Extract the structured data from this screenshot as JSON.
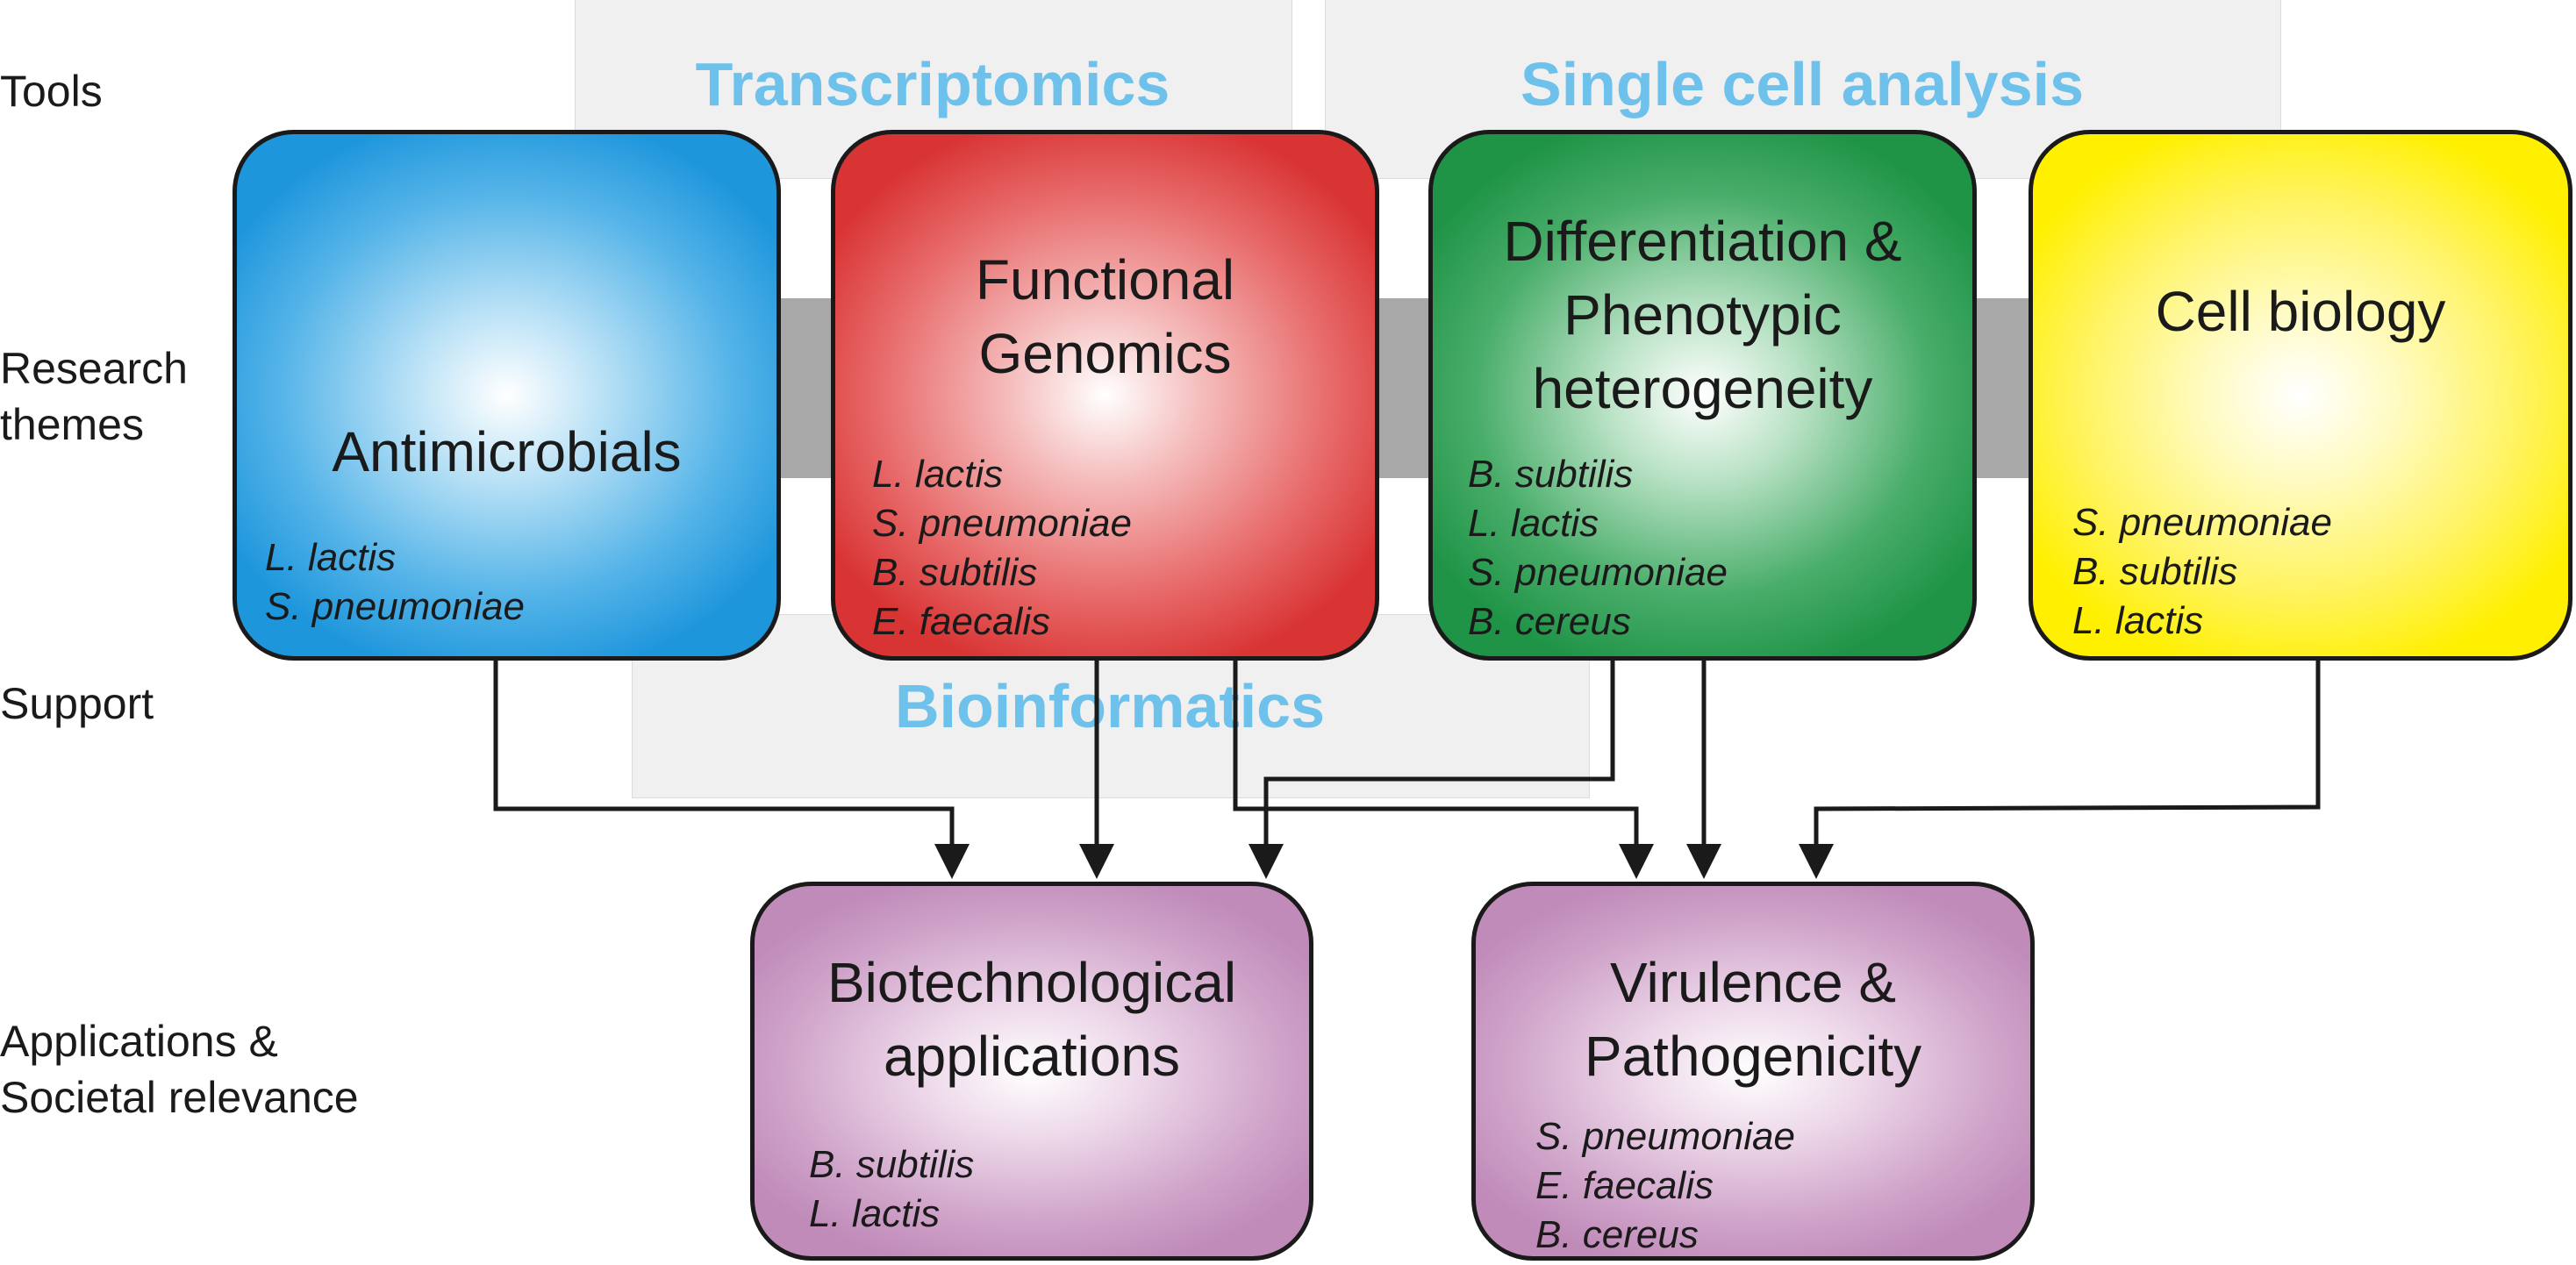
{
  "row_labels": {
    "tools": "Tools",
    "research_line1": "Research",
    "research_line2": "themes",
    "support": "Support",
    "applications_line1": "Applications &",
    "applications_line2": "Societal relevance"
  },
  "tools": {
    "transcriptomics": "Transcriptomics",
    "single_cell": "Single cell analysis",
    "bioinformatics": "Bioinformatics"
  },
  "themes": {
    "antimicrobials": {
      "title_lines": [
        "Antimicrobials"
      ],
      "organisms": [
        "L. lactis",
        "S. pneumoniae"
      ]
    },
    "functional_genomics": {
      "title_lines": [
        "Functional",
        "Genomics"
      ],
      "organisms": [
        "L. lactis",
        "S. pneumoniae",
        "B. subtilis",
        "E. faecalis"
      ]
    },
    "differentiation": {
      "title_lines": [
        "Differentiation &",
        "Phenotypic",
        "heterogeneity"
      ],
      "organisms": [
        "B. subtilis",
        "L. lactis",
        "S. pneumoniae",
        "B. cereus"
      ]
    },
    "cell_biology": {
      "title_lines": [
        "Cell biology"
      ],
      "organisms": [
        "S. pneumoniae",
        "B. subtilis",
        "L. lactis"
      ]
    }
  },
  "applications": {
    "biotech": {
      "title_lines": [
        "Biotechnological",
        "applications"
      ],
      "organisms": [
        "B. subtilis",
        "L. lactis"
      ]
    },
    "virulence": {
      "title_lines": [
        "Virulence &",
        "Pathogenicity"
      ],
      "organisms": [
        "S. pneumoniae",
        "E. faecalis",
        "B. cereus"
      ]
    }
  },
  "colors": {
    "tool_text": "#6ec1ea",
    "antimicrobials": "#1e96dc",
    "functional_genomics": "#d93434",
    "differentiation": "#1f9447",
    "cell_biology": "#fff000",
    "applications": "#c08bb9",
    "band": "#a8a8a8",
    "connector": "#1a1a1a"
  }
}
